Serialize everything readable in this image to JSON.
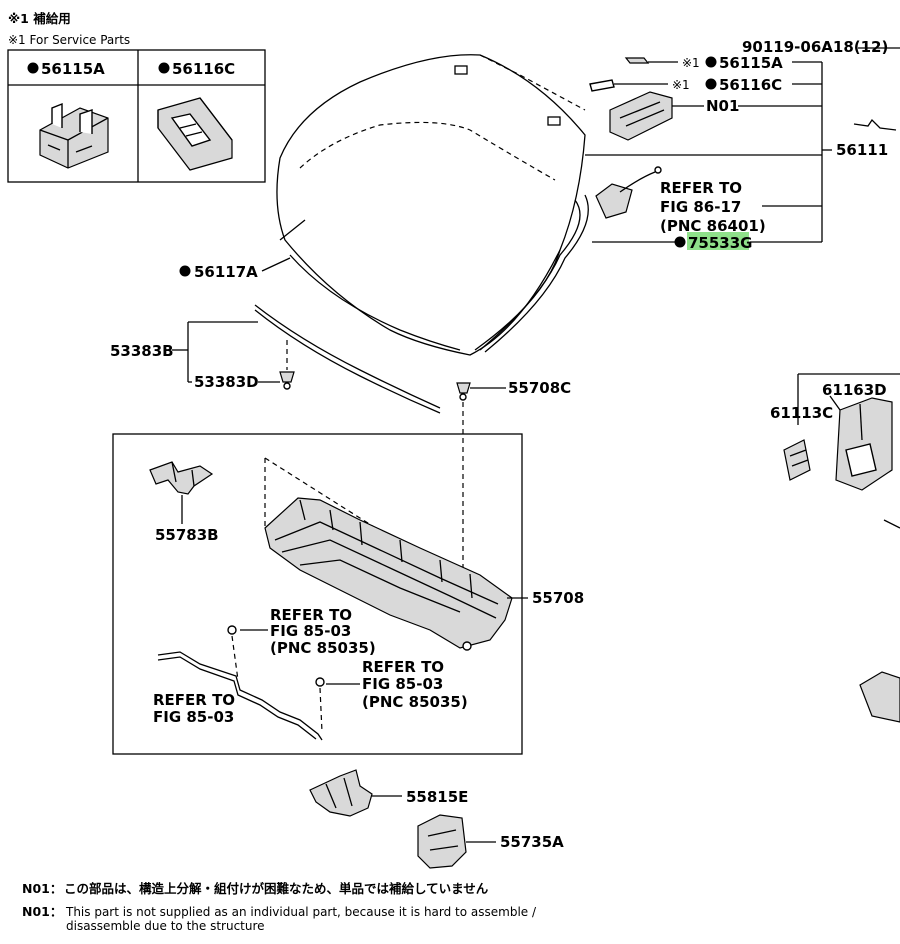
{
  "header": {
    "note_jp": "※1 補給用",
    "note_en": "※1 For Service Parts"
  },
  "inset": {
    "left_label": "56115A",
    "right_label": "56116C"
  },
  "labels": {
    "p90119": "90119-06A18(12)",
    "p56115A": "56115A",
    "p56116C": "56116C",
    "mark1": "※1",
    "mark2": "※1",
    "n01": "N01",
    "p56111": "56111",
    "ref86_1": "REFER TO",
    "ref86_2": "FIG 86-17",
    "ref86_3": "(PNC 86401)",
    "p75533G": "75533G",
    "p56117A": "56117A",
    "p53383B": "53383B",
    "p53383D": "53383D",
    "p55708C": "55708C",
    "p61163D": "61163D",
    "p61113C": "61113C",
    "p55783B": "55783B",
    "p55708": "55708",
    "refA_1": "REFER TO",
    "refA_2": "FIG 85-03",
    "refA_3": "(PNC 85035)",
    "refB_1": "REFER TO",
    "refB_2": "FIG 85-03",
    "refB_3": "(PNC 85035)",
    "refC_1": "REFER TO",
    "refC_2": "FIG 85-03",
    "p55815E": "55815E",
    "p55735A": "55735A"
  },
  "footer": {
    "jp_prefix": "N01：",
    "jp_text": "この部品は、構造上分解・組付けが困難なため、単品では補給していません",
    "en_prefix": "N01：",
    "en_line1": "This part is not supplied as an individual part, because it is hard to assemble /",
    "en_line2": "disassemble due to the structure"
  },
  "colors": {
    "highlight": "#8fe08a"
  }
}
